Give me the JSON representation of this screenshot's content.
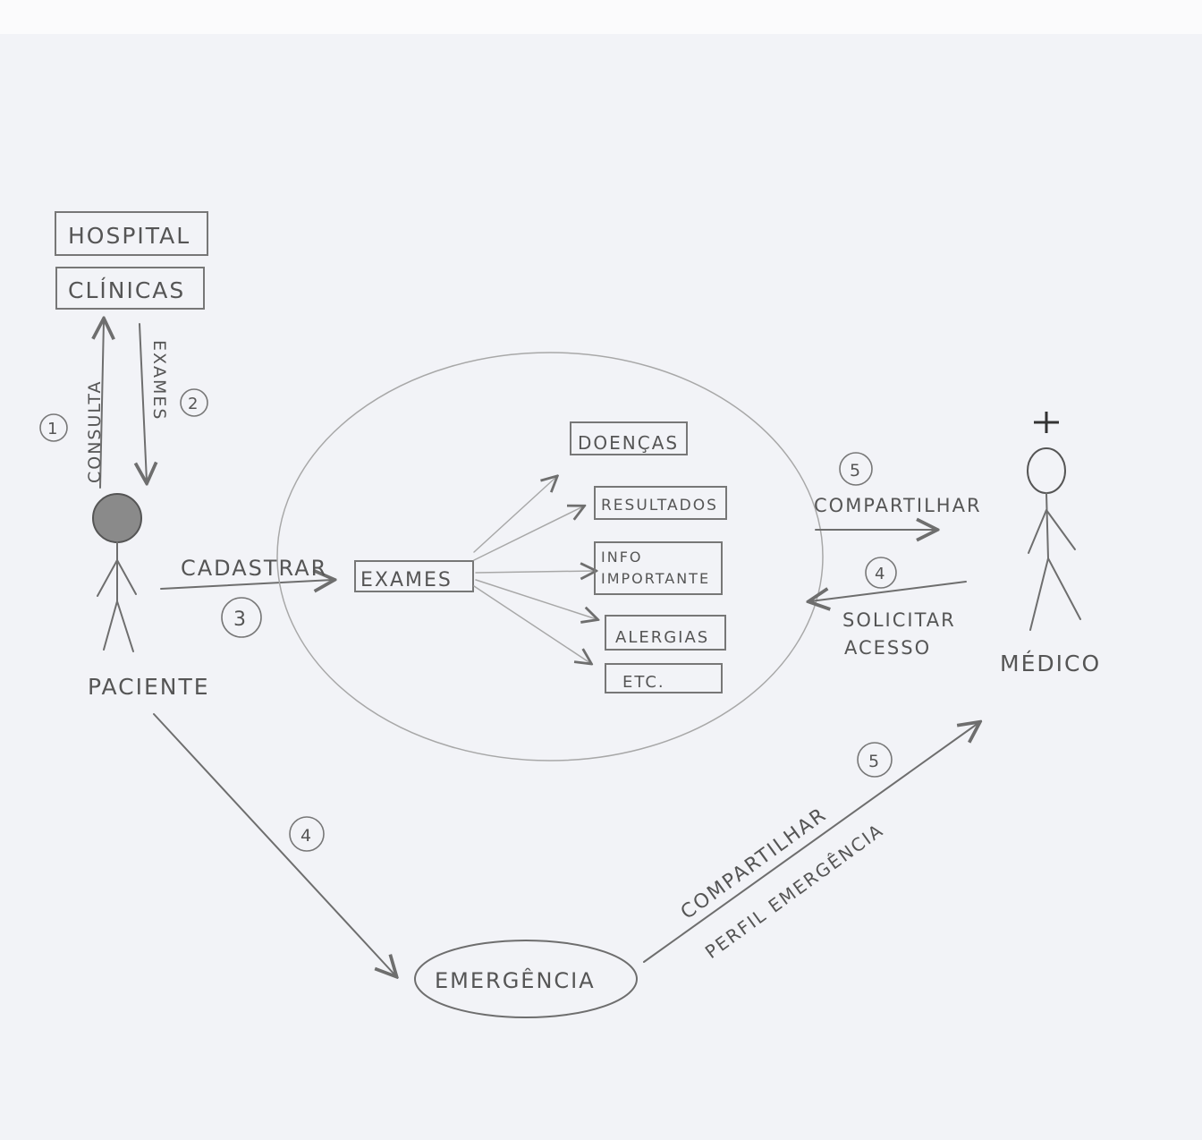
{
  "sources": {
    "hospital": "HOSPITAL",
    "clinicas": "CLÍNICAS"
  },
  "left_flow": {
    "consulta": "CONSULTA",
    "exames": "EXAMES",
    "step_consulta": "1",
    "step_exames": "2"
  },
  "paciente": {
    "label": "PACIENTE"
  },
  "cadastro": {
    "label": "CADASTRAR",
    "step": "3"
  },
  "hub": {
    "exames": "EXAMES",
    "items": [
      "DOENÇAS",
      "RESULTADOS",
      "INFO",
      "IMPORTANTE",
      "ALERGIAS",
      "ETC."
    ]
  },
  "medico": {
    "label": "MÉDICO",
    "share_label": "COMPARTILHAR",
    "share_step": "5",
    "request_line1": "SOLICITAR",
    "request_line2": "ACESSO",
    "request_step": "4"
  },
  "emergencia": {
    "label": "EMERGÊNCIA",
    "step_in": "4",
    "step_out": "5",
    "share_line1": "COMPARTILHAR",
    "share_line2": "PERFIL EMERGÊNCIA"
  }
}
